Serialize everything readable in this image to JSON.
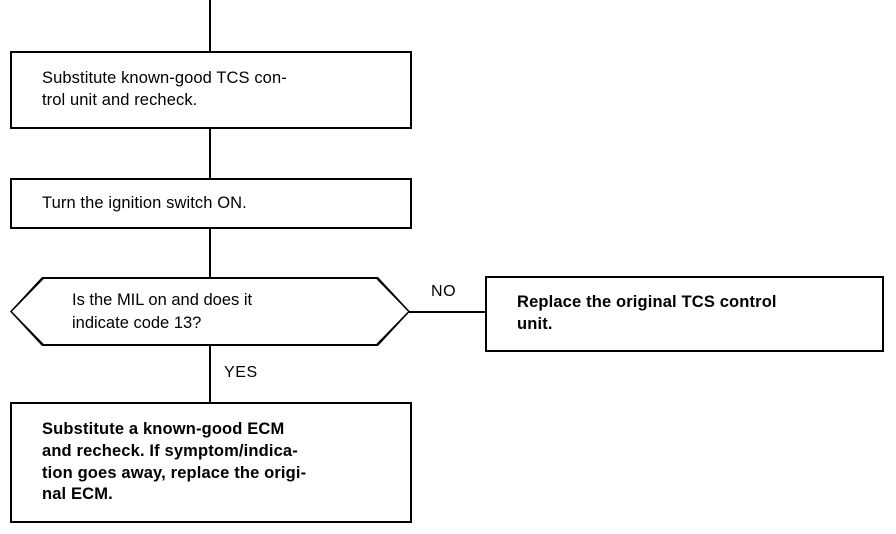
{
  "diagram": {
    "type": "flowchart",
    "title": "TCS control unit / ECM diagnostic flowchart",
    "ink_color": "#000000",
    "background_color": "#ffffff"
  },
  "nodes": {
    "substitute_tcs": {
      "shape": "process",
      "text": "Substitute known-good TCS con-\ntrol unit and recheck.",
      "bold": false
    },
    "ignition_on": {
      "shape": "process",
      "text": "Turn the ignition switch ON.",
      "bold": false
    },
    "mil_check": {
      "shape": "decision",
      "text": "Is the MIL on and does it\nindicate code 13?",
      "bold": false
    },
    "replace_tcs": {
      "shape": "process",
      "text": "Replace the original TCS control\nunit.",
      "bold": true
    },
    "substitute_ecm": {
      "shape": "process",
      "text": "Substitute a known-good ECM\nand recheck. If symptom/indica-\ntion goes away, replace the origi-\nnal ECM.",
      "bold": true
    }
  },
  "branches": {
    "no_label": "NO",
    "yes_label": "YES"
  }
}
